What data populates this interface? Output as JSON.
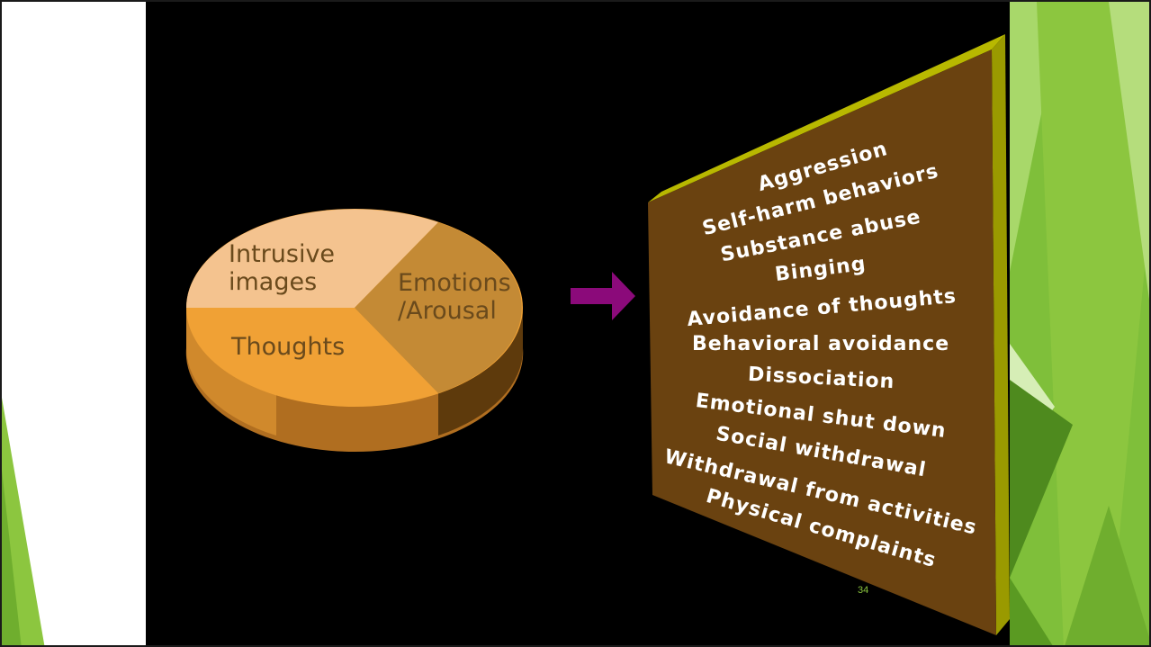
{
  "slide": {
    "number": "34"
  },
  "pie": {
    "segments": [
      {
        "label": "Intrusive images",
        "color": "#f4c38f"
      },
      {
        "label": "Emotions /Arousal",
        "color": "#c48a35"
      },
      {
        "label": "Thoughts",
        "color": "#f0a135"
      }
    ],
    "labels": {
      "intrusive": "Intrusive images",
      "emotions": "Emotions /Arousal",
      "thoughts": "Thoughts"
    }
  },
  "arrow": {
    "color": "#8b0a7a"
  },
  "panel": {
    "face_color": "#6a4210",
    "edge_color": "#b8b800",
    "behaviors": [
      "Aggression",
      "Self-harm behaviors",
      "Substance abuse",
      "Binging",
      "Avoidance of thoughts",
      "Behavioral avoidance",
      "Dissociation",
      "Emotional shut down",
      "Social withdrawal",
      "Withdrawal from activities",
      "Physical complaints"
    ]
  },
  "theme": {
    "accent_green": "#8cc63f",
    "dark_green": "#4e8a1e",
    "background": "#000000"
  }
}
